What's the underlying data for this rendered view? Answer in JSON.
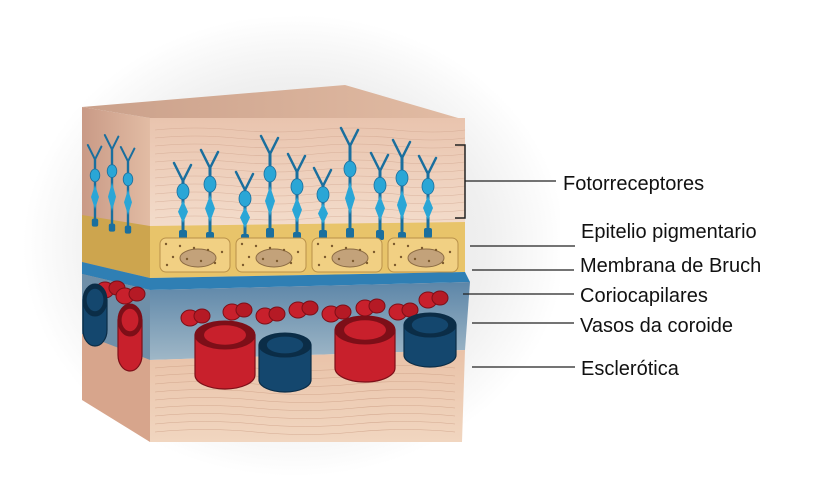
{
  "labels": [
    "Fotorreceptores",
    "Epitelio pigmentario",
    "Membrana de Bruch",
    "Coriocapilares",
    "Vasos da coroide",
    "Esclerótica"
  ],
  "colors": {
    "photoreceptor": "#2aa6d6",
    "photoreceptor_dark": "#1a6f9e",
    "epithelium": "#e8c46a",
    "bruch_membrane": "#2f7fb4",
    "artery": "#c8202c",
    "vein": "#14476e",
    "sclera": "#e6b8a0",
    "retina_tissue": "#f0d4c0"
  }
}
